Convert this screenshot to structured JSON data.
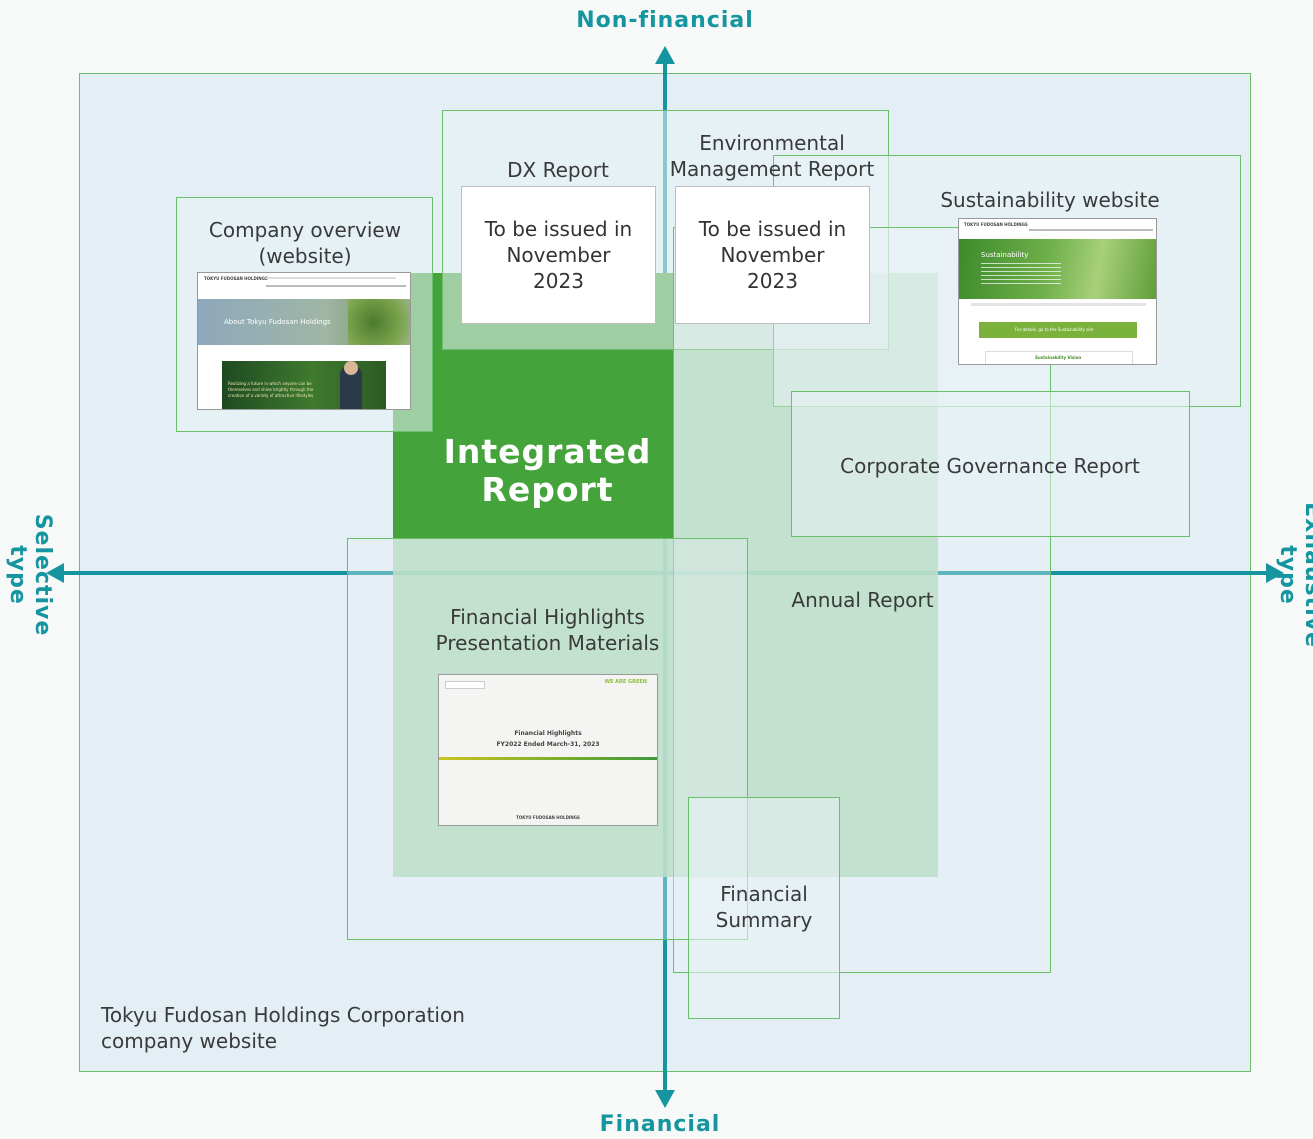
{
  "axes": {
    "top": "Non-financial",
    "bottom": "Financial",
    "left": "Selective type",
    "right": "Exhaustive type"
  },
  "colors": {
    "axis": "#15959f",
    "integrated": "#45a33c",
    "annual": "#b2dabb",
    "outline": "#6cbf6a",
    "backdrop": "#e4eff5"
  },
  "reports": {
    "integrated": "Integrated Report",
    "annual": "Annual Report",
    "company_overview": "Company overview (website)",
    "dx": "DX Report",
    "dx_status": "To be issued in November 2023",
    "environmental": "Environmental Management Report",
    "environmental_status": "To be issued in November 2023",
    "sustainability": "Sustainability website",
    "governance": "Corporate Governance Report",
    "financial_highlights": "Financial Highlights Presentation Materials",
    "financial_summary": "Financial Summary",
    "company_website": "Tokyu Fudosan Holdings Corporation company website"
  },
  "thumbnails": {
    "overview_brand": "TOKYU FUDOSAN HOLDINGS",
    "overview_title": "About Tokyu Fudosan Holdings",
    "overview_text": "Realizing a future in which anyone can be themselves and shine brightly through the creation of a variety of attractive lifestyles",
    "sustain_brand": "TOKYU FUDOSAN HOLDINGS",
    "sustain_title": "Sustainability",
    "sustain_button": "For details, go to the Sustainability site",
    "sustain_vision": "Sustainability Vision",
    "fh_tag": "WE ARE GREEN",
    "fh_title": "Financial Highlights",
    "fh_subtitle": "FY2022 Ended March-31, 2023",
    "fh_brand": "TOKYU FUDOSAN HOLDINGS"
  }
}
